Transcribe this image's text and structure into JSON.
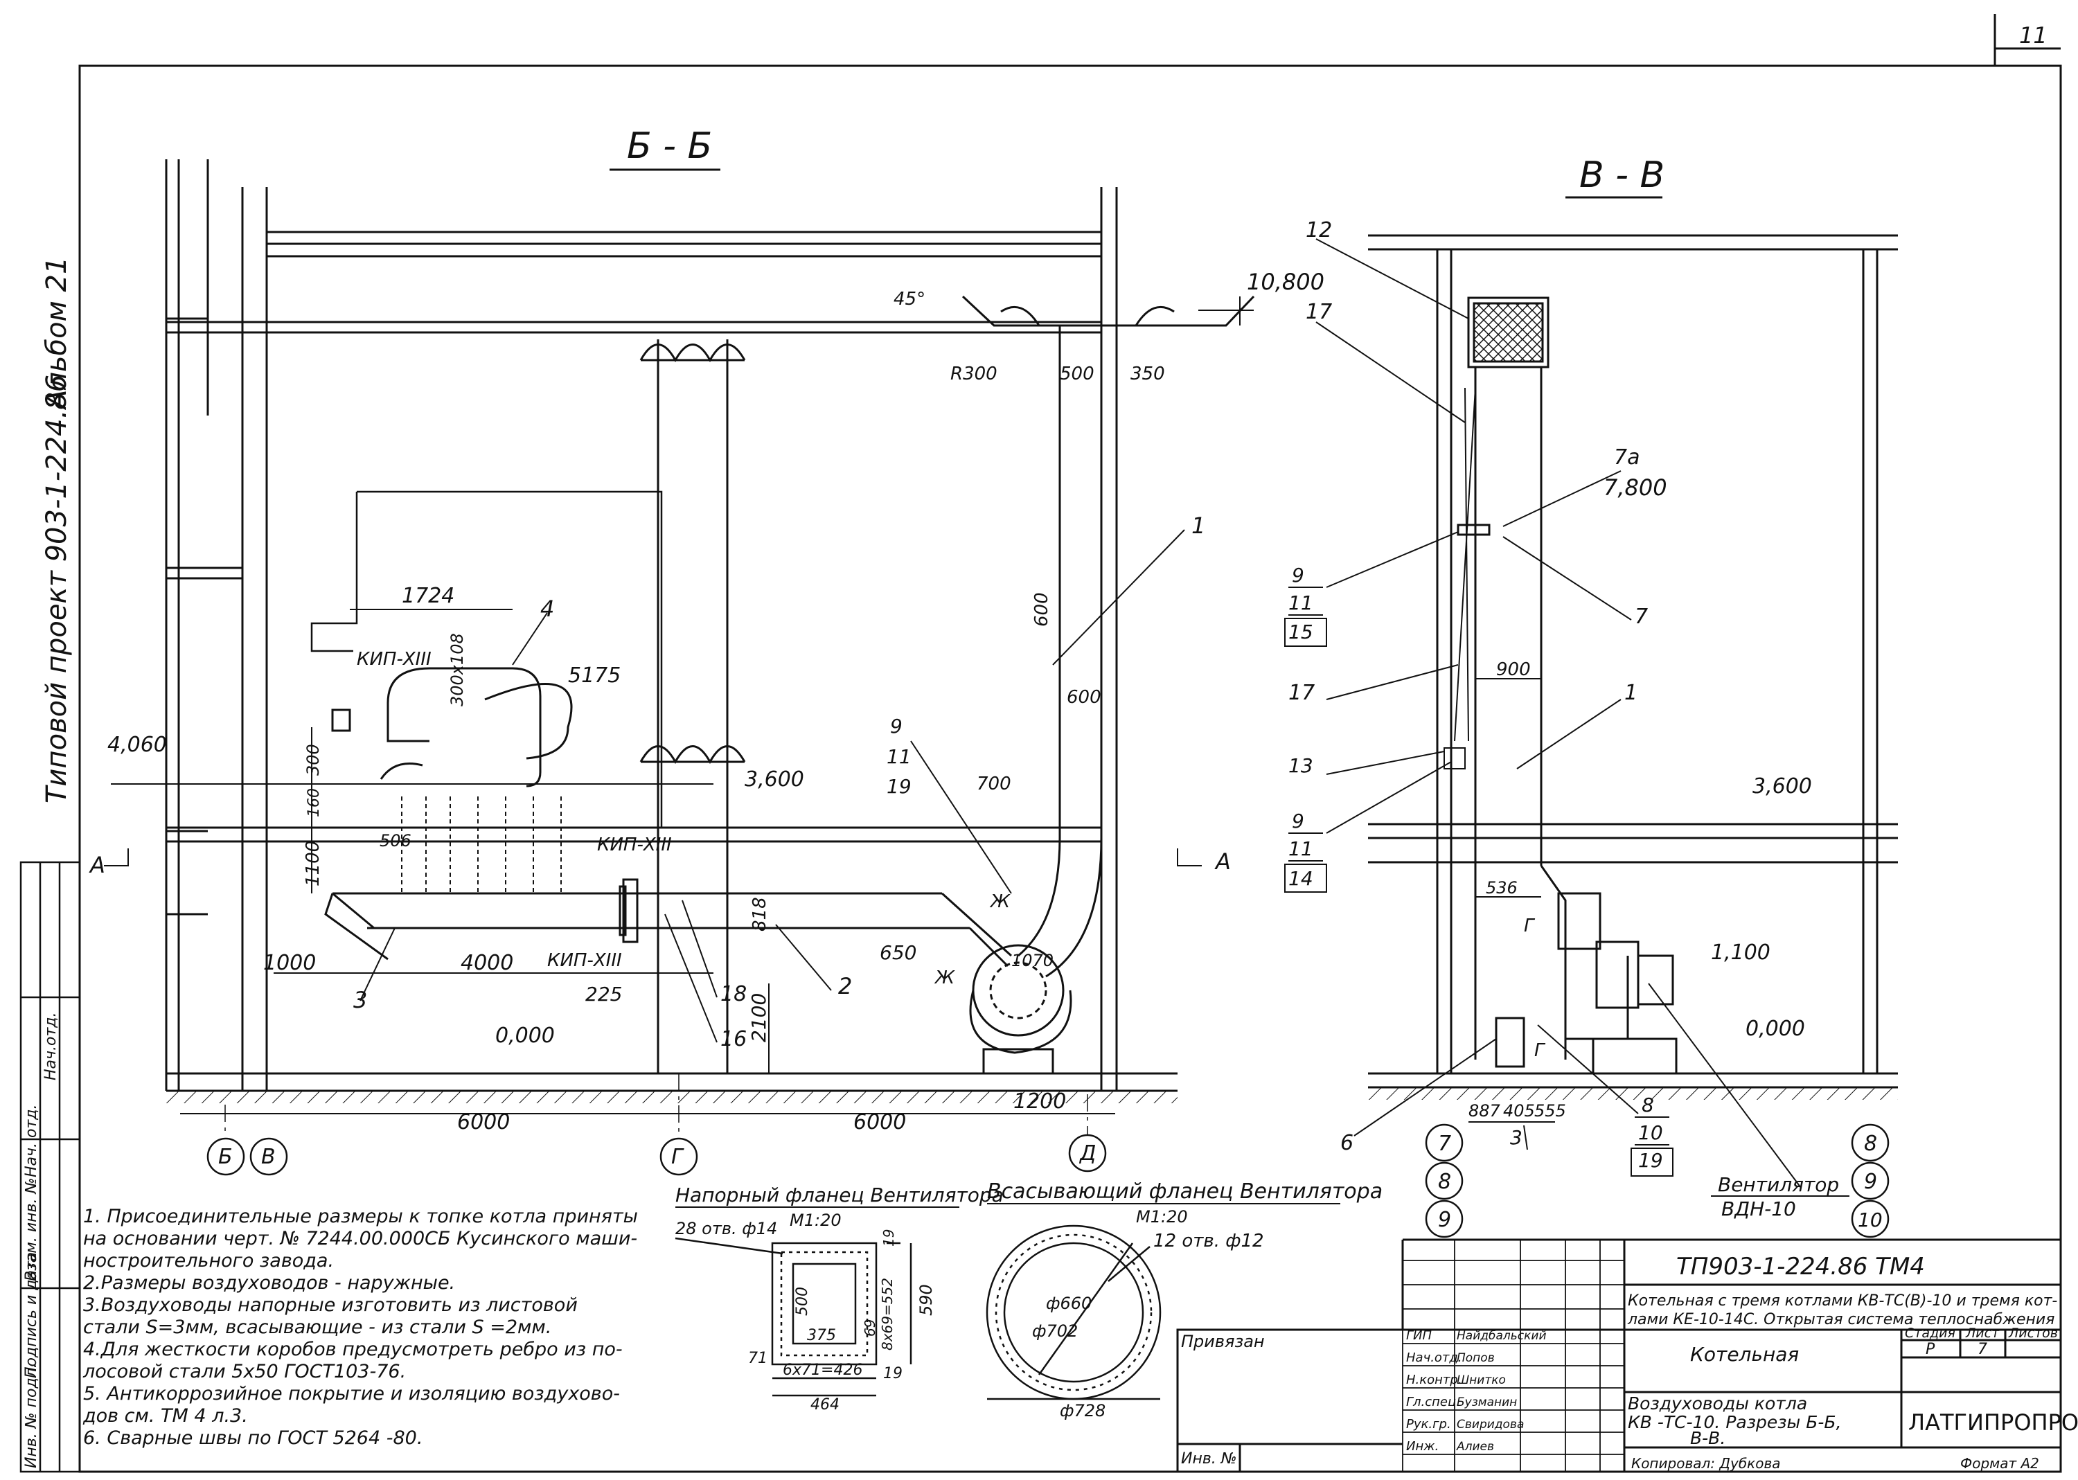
{
  "sheet": {
    "corner_number": "11",
    "album": "Альбом 21",
    "project_vertical": "Типовой проект 903-1-224.86"
  },
  "section_bb": {
    "title": "Б - Б",
    "elev_top": "10,800",
    "elev_5175": "5175",
    "elev_4060": "4,060",
    "elev_3600": "3,600",
    "elev_0": "0,000",
    "angle": "45°",
    "r300": "R300",
    "d500": "500",
    "d350": "350",
    "d600a": "600",
    "d600b": "600",
    "d1724": "1724",
    "d300x108": "300x108",
    "d300": "300",
    "d160": "160",
    "d1100": "1100",
    "d506": "506",
    "d1000": "1000",
    "d4000": "4000",
    "d225": "225",
    "d2100": "2100",
    "d818": "818",
    "d650": "650",
    "d1070": "1070",
    "d700": "700",
    "d1200": "1200",
    "d6000a": "6000",
    "d6000b": "6000",
    "kip1": "КИП-XIII",
    "kip2": "КИП-XIII",
    "kip3": "КИП-XIII",
    "label_4": "4",
    "label_1": "1",
    "label_2": "2",
    "label_3": "3",
    "label_16": "16",
    "label_18": "18",
    "label_9": "9",
    "label_11": "11",
    "label_19": "19",
    "zh1": "Ж",
    "zh2": "Ж",
    "cut_a1": "А",
    "cut_a2": "А",
    "axes": [
      "Б",
      "В",
      "Г",
      "Д"
    ]
  },
  "section_vv": {
    "title": "В - В",
    "elev_7800": "7,800",
    "elev_3600": "3,600",
    "elev_1100": "1,100",
    "elev_0": "0,000",
    "d900": "900",
    "d536": "536",
    "d887": "887",
    "d405": "405",
    "d555": "555",
    "l12": "12",
    "l17a": "17",
    "l17b": "17",
    "l7a": "7а",
    "l7": "7",
    "l1": "1",
    "l9a": "9",
    "l11a": "11",
    "l15": "15",
    "l13": "13",
    "l9b": "9",
    "l11b": "11",
    "l14": "14",
    "l6": "6",
    "l3": "3",
    "l8": "8",
    "l10": "10",
    "l19": "19",
    "g1": "Г",
    "g2": "Г",
    "fan_label": "Вентилятор",
    "fan_model": "ВДН-10",
    "axes_left": [
      "7",
      "8",
      "9"
    ],
    "axes_right": [
      "8",
      "9",
      "10"
    ]
  },
  "notes": [
    "1. Присоединительные размеры к топке котла приняты",
    "   на основании черт. № 7244.00.000СБ Кусинского маши-",
    "   ностроительного завода.",
    "2.Размеры воздуховодов - наружные.",
    "3.Воздуховоды напорные   изготовить из листовой",
    "   стали S=3мм, всасывающие - из стали S =2мм.",
    "4.Для жесткости коробов предусмотреть ребро из по-",
    "   лосовой  стали   5x50  ГОСТ103-76.",
    "5. Антикоррозийное покрытие  и изоляцию воздухово-",
    "   дов см. ТМ 4 л.3.",
    "6. Сварные  швы   по ГОСТ 5264 -80."
  ],
  "flange_press": {
    "title": "Напорный фланец Вентилятора",
    "scale": "М1:20",
    "holes": "28 отв. ф14",
    "d500": "500",
    "d375": "375",
    "d69": "69",
    "d8x69": "8x69=552",
    "d590": "590",
    "d19a": "19",
    "d19b": "19",
    "d71": "71",
    "d6x71": "6x71=426",
    "d464": "464"
  },
  "flange_suction": {
    "title": "Всасывающий фланец Вентилятора",
    "scale": "М1:20",
    "holes": "12 отв. ф12",
    "d660": "ф660",
    "d702": "ф702",
    "d728": "ф728"
  },
  "title_block": {
    "code": "ТП903-1-224.86  ТМ4",
    "object": "Котельная с тремя котлами КВ-ТС(В)-10 и тремя кот-",
    "object2": "лами КЕ-10-14С. Открытая система теплоснабжения",
    "stage_h": "Стадия",
    "sheet_h": "Лист",
    "sheets_h": "Листов",
    "stage": "Р",
    "sheet": "7",
    "building": "Котельная",
    "sheet_title1": "Воздуховоды  котла",
    "sheet_title2": "КВ -ТС-10. Разрезы Б-Б,",
    "sheet_title3": "В-В.",
    "org": "ЛАТГИПРОПРОМ",
    "bound": "Привязан",
    "inv": "Инв. №",
    "copied": "Копировал: Дубкова",
    "format": "Формат А2",
    "roles": [
      "ГИП",
      "Нач.отд.",
      "Н.контр.",
      "Гл.спец.",
      "Рук.гр.",
      "Инж."
    ],
    "names": [
      "Найдбальский",
      "Попов",
      "Шнитко",
      "Бузманин",
      "Свиридова",
      "Алиев"
    ]
  },
  "left_strip": {
    "c1": "Инв. № подл.",
    "c2": "Подпись и дата",
    "c3": "Взам. инв. №",
    "c4": "Нач. отд.",
    "c5": "Нач.отд."
  }
}
